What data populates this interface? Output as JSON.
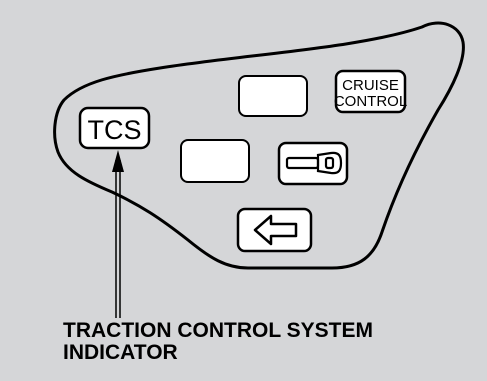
{
  "panel": {
    "tcs_label": "TCS",
    "cruise_label_line1": "CRUISE",
    "cruise_label_line2": "CONTROL",
    "key_icon": "key-icon",
    "arrow_icon": "left-arrow-icon"
  },
  "callout": {
    "line1": "TRACTION CONTROL SYSTEM",
    "line2": "INDICATOR"
  },
  "colors": {
    "background": "#d5d6d8",
    "panel_fill": "#d5d6d8",
    "indicator_fill": "#ffffff",
    "stroke": "#000000"
  }
}
